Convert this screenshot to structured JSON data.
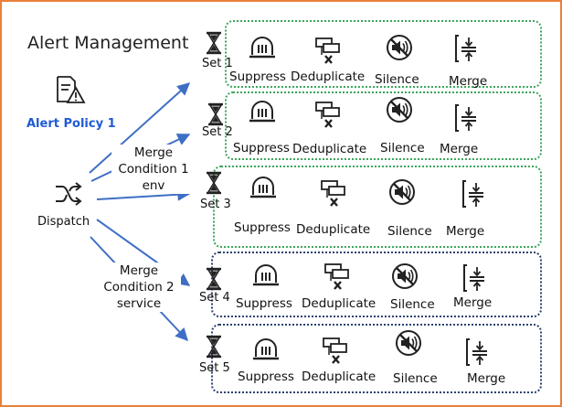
{
  "title": "Alert Management",
  "policy": {
    "label": "Alert Policy 1",
    "icon": "alert-policy-icon"
  },
  "dispatch": {
    "label": "Dispatch",
    "icon": "shuffle-icon"
  },
  "merge_conditions": [
    {
      "line1": "Merge",
      "line2": "Condition 1",
      "line3": "env"
    },
    {
      "line1": "Merge",
      "line2": "Condition 2",
      "line3": "service"
    }
  ],
  "sets": [
    {
      "label": "Set 1",
      "border_color": "#3aa55a",
      "actions": [
        "Suppress",
        "Deduplicate",
        "Silence",
        "Merge"
      ]
    },
    {
      "label": "Set 2",
      "border_color": "#3aa55a",
      "actions": [
        "Suppress",
        "Deduplicate",
        "Silence",
        "Merge"
      ]
    },
    {
      "label": "Set 3",
      "border_color": "#3aa55a",
      "actions": [
        "Suppress",
        "Deduplicate",
        "Silence",
        "Merge"
      ]
    },
    {
      "label": "Set 4",
      "border_color": "#2a4070",
      "actions": [
        "Suppress",
        "Deduplicate",
        "Silence",
        "Merge"
      ]
    },
    {
      "label": "Set 5",
      "border_color": "#2a4070",
      "actions": [
        "Suppress",
        "Deduplicate",
        "Silence",
        "Merge"
      ]
    }
  ],
  "icons": {
    "set": "hourglass-icon",
    "suppress": "suppress-icon",
    "deduplicate": "deduplicate-icon",
    "silence": "silence-icon",
    "merge": "merge-icon"
  },
  "colors": {
    "frame": "#e8803a",
    "arrow": "#3f6fc4",
    "policy_text": "#1f5bd4"
  }
}
